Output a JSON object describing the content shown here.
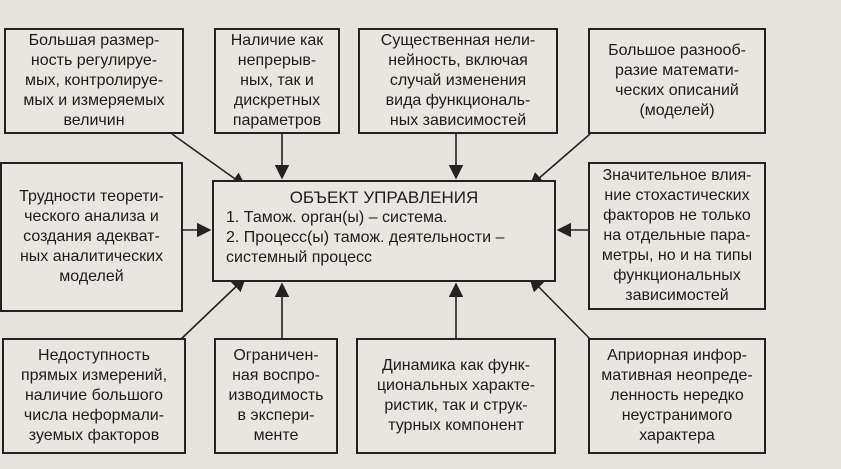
{
  "center": {
    "title": "ОБЪЕКТ УПРАВЛЕНИЯ",
    "item1": "1. Тамож. орган(ы) – система.",
    "item2": "2. Процесс(ы) тамож. деятельности –\n    системный процесс"
  },
  "factors": {
    "top_1": "Большая размер-\nность регулируе-\nмых, контролируе-\nмых и измеряемых\nвеличин",
    "top_2": "Наличие как\nнепрерыв-\nных, так и\nдискретных\nпараметров",
    "top_3": "Существенная нели-\nнейность, включая\nслучай изменения\nвида функциональ-\nных зависимостей",
    "top_4": "Большое разнооб-\nразие математи-\nческих описаний\n(моделей)",
    "left": "Трудности теорети-\nческого анализа и\nсоздания адекват-\nных аналитических\nмоделей",
    "right": "Значительное влия-\nние стохастических\nфакторов не только\nна отдельные пара-\nметры, но и на типы\nфункциональных\nзависимостей",
    "bottom_1": "Недоступность\nпрямых измерений,\nналичие большого\nчисла неформали-\nзуемых факторов",
    "bottom_2": "Ограничен-\nная воспро-\nизводимость\nв экспери-\nменте",
    "bottom_3": "Динамика как функ-\nциональных характе-\nристик, так и струк-\nтурных компонент",
    "bottom_4": "Априорная инфор-\nмативная неопреде-\nленность нередко\nнеустранимого\nхарактера"
  }
}
